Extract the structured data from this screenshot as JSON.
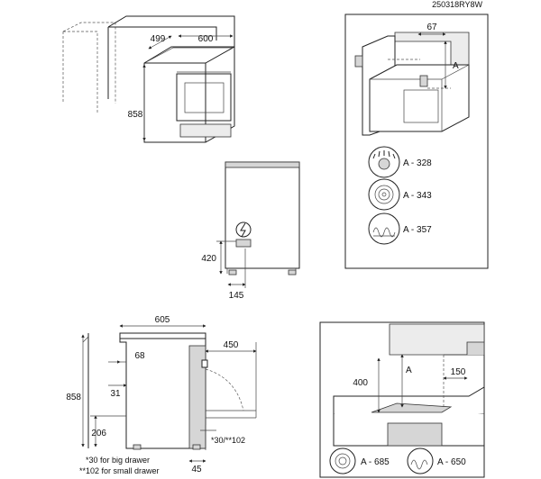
{
  "ref_code": "250318RY8W",
  "cooker_dims": {
    "depth": "499",
    "width": "600",
    "height": "858"
  },
  "connection_dims": {
    "height": "420",
    "offset": "145"
  },
  "side_dims": {
    "depth": "605",
    "top_gap": "68",
    "side_gap": "31",
    "back_clear": "450",
    "height": "858",
    "bottom": "206",
    "drawer_gap": "*30/**102",
    "foot": "45",
    "note_big": "*30 for big drawer",
    "note_small": "**102 for small drawer"
  },
  "gas_panel": {
    "dim_top": "67",
    "dim_a": "A",
    "items": [
      {
        "icon": "gas-burner-icon",
        "label": "A - 328"
      },
      {
        "icon": "radiant-plate-icon",
        "label": "A - 343"
      },
      {
        "icon": "induction-coil-icon",
        "label": "A - 357"
      }
    ]
  },
  "hob_panel": {
    "dim_left": "400",
    "dim_a": "A",
    "dim_right": "150",
    "items": [
      {
        "icon": "radiant-plate-icon",
        "label": "A - 685"
      },
      {
        "icon": "induction-coil-icon",
        "label": "A - 650"
      }
    ]
  }
}
